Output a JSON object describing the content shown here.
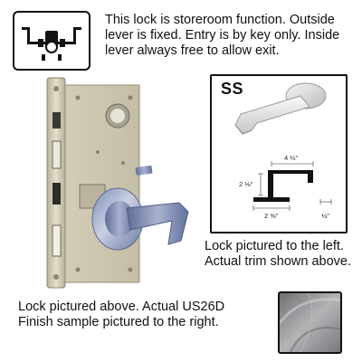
{
  "description": {
    "lines": [
      "This lock is storeroom function. Outside",
      "lever is fixed. Entry is by key only. Inside",
      "lever always free to allow exit."
    ]
  },
  "trim": {
    "code": "SS",
    "dimensions": {
      "width": "4 ½\"",
      "height": "2 ⅛\"",
      "rose": "2 ⅜\"",
      "projection": "½\""
    }
  },
  "captions": {
    "right": [
      "Lock pictured to the left.",
      "Actual trim shown above."
    ],
    "bottom": [
      "Lock pictured above. Actual US26D",
      "Finish sample pictured to the right."
    ]
  },
  "icons": {
    "function": "storeroom-function-icon",
    "lockset": "mortise-lock-image",
    "lever": "lever-trim-image",
    "swatch": "finish-swatch"
  },
  "colors": {
    "finish": "#9a9b9e",
    "body": "#d8d3c2",
    "text": "#111111"
  }
}
